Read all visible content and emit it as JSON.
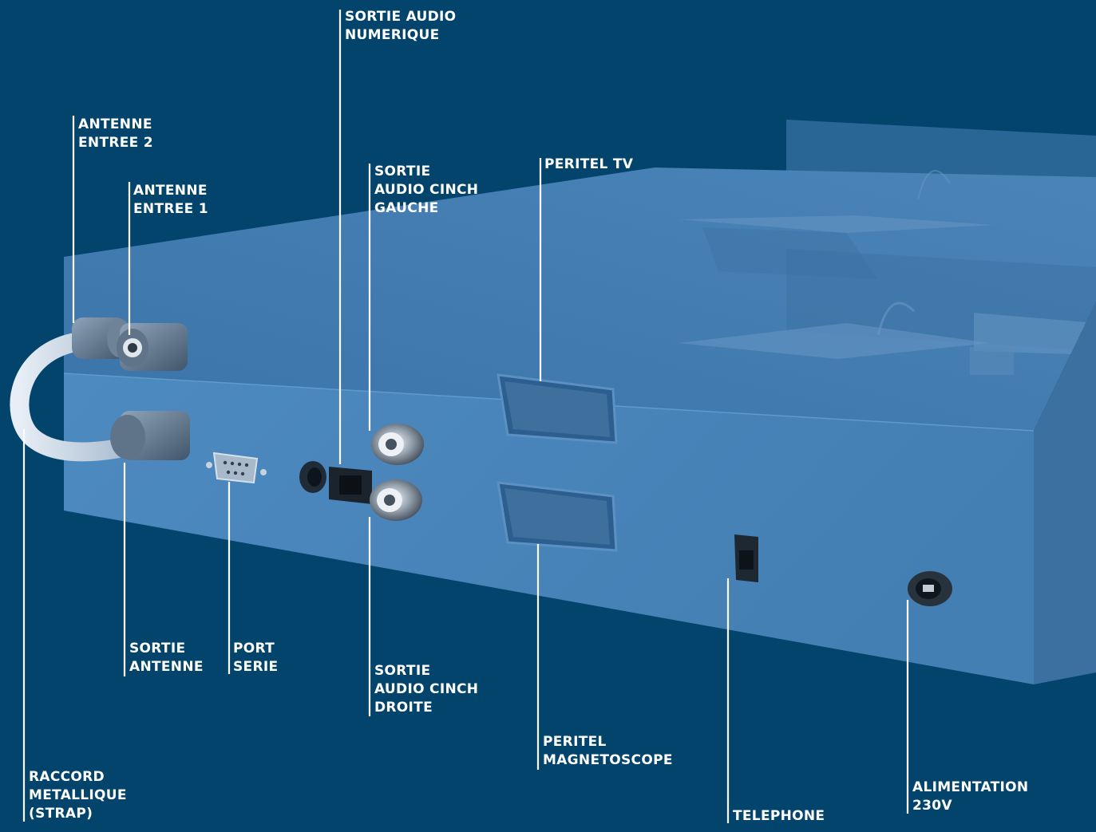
{
  "colors": {
    "background": "#03446d",
    "box_front": "#4a86bb",
    "box_top": "#3f78aa",
    "box_side": "#3a70a1",
    "label_text": "#ffffff"
  },
  "labels": {
    "sortie_audio_numerique": [
      "SORTIE AUDIO",
      "NUMERIQUE"
    ],
    "antenne_entree_2": [
      "ANTENNE",
      "ENTREE  2"
    ],
    "antenne_entree_1": [
      "ANTENNE",
      "ENTREE  1"
    ],
    "sortie_audio_cinch_gauche": [
      "SORTIE",
      "AUDIO CINCH",
      "GAUCHE"
    ],
    "peritel_tv": [
      "PERITEL TV"
    ],
    "sortie_antenne": [
      "SORTIE",
      "ANTENNE"
    ],
    "port_serie": [
      "PORT",
      "SERIE"
    ],
    "sortie_audio_cinch_droite": [
      "SORTIE",
      "AUDIO CINCH",
      "DROITE"
    ],
    "peritel_magnetoscope": [
      "PERITEL",
      "MAGNETOSCOPE"
    ],
    "raccord_metallique": [
      "RACCORD",
      "METALLIQUE",
      "(STRAP)"
    ],
    "telephone": [
      "TELEPHONE"
    ],
    "alimentation_230v": [
      "ALIMENTATION",
      "230V"
    ]
  }
}
